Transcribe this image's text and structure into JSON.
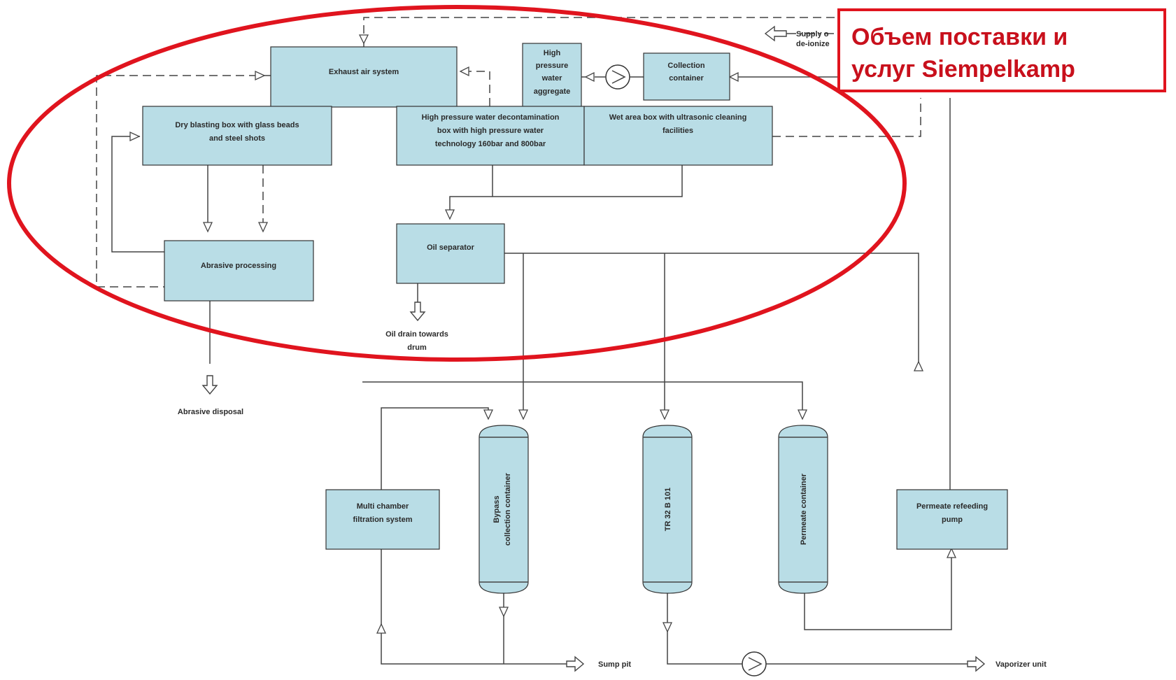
{
  "callout": {
    "line1": "Объем поставки и",
    "line2": "услуг Siempelkamp",
    "color": "#c8101c"
  },
  "colors": {
    "box_fill": "#b9dde6",
    "highlight": "#e0141e"
  },
  "boxes": {
    "exhaust_air": "Exhaust air system",
    "hp_aggregate": [
      "High",
      "pressure",
      "water",
      "aggregate"
    ],
    "collection_container": [
      "Collection",
      "container"
    ],
    "dry_blasting": [
      "Dry blasting box with glass beads",
      "and steel shots"
    ],
    "hp_decon": [
      "High pressure water decontamination",
      "box with high pressure water",
      "technology 160bar and 800bar"
    ],
    "wet_area": [
      "Wet area box with ultrasonic cleaning",
      "facilities"
    ],
    "abrasive_processing": "Abrasive processing",
    "oil_separator": "Oil separator",
    "multi_chamber": [
      "Multi chamber",
      "filtration system"
    ],
    "permeate_refeeding": [
      "Permeate refeeding",
      "pump"
    ]
  },
  "tanks": {
    "bypass": [
      "Bypass",
      "collection container"
    ],
    "tr32": "TR 32 B 101",
    "permeate": "Permeate  container"
  },
  "labels": {
    "supply": [
      "Supply o",
      "de-ionize"
    ],
    "oil_drain": [
      "Oil drain towards",
      "drum"
    ],
    "abrasive_disposal": "Abrasive disposal",
    "sump_pit": "Sump pit",
    "vaporizer": "Vaporizer unit"
  },
  "icons": [
    "pump-symbol-icon",
    "flow-arrow-icon",
    "hollow-arrow-icon"
  ]
}
